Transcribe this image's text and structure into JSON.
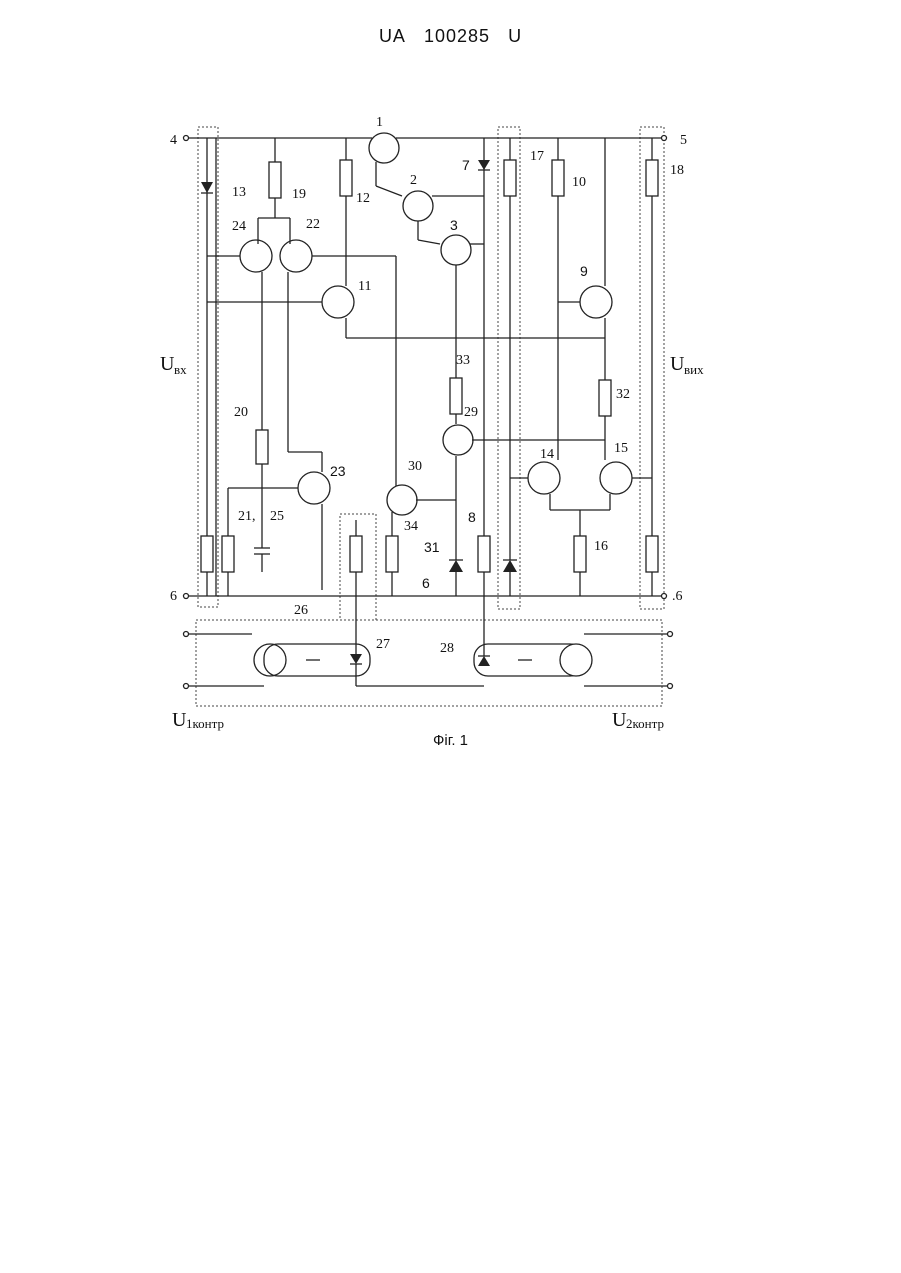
{
  "header": {
    "ua": "UA",
    "number": "100285",
    "kind": "U"
  },
  "caption": "Фіг. 1",
  "terminals": {
    "t4": "4",
    "t5": "5",
    "t6a": "6",
    "t6b": "6",
    "t6c": ".6"
  },
  "voltages": {
    "uin_main": "U",
    "uin_sub": "вх",
    "uout_main": "U",
    "uout_sub": "вих",
    "u1_main": "U",
    "u1_sub": "1контр",
    "u2_main": "U",
    "u2_sub": "2контр"
  },
  "components": {
    "c1": "1",
    "c2": "2",
    "c3": "3",
    "c7": "7",
    "c8": "8",
    "c9": "9",
    "c10": "10",
    "c11": "11",
    "c12": "12",
    "c13": "13",
    "c14": "14",
    "c15": "15",
    "c16": "16",
    "c17": "17",
    "c18": "18",
    "c19": "19",
    "c20": "20",
    "c21": "21,",
    "c22": "22",
    "c23": "23",
    "c24": "24",
    "c25": "25",
    "c26": "26",
    "c27": "27",
    "c28": "28",
    "c29": "29",
    "c30": "30",
    "c31": "31",
    "c32": "32",
    "c33": "33",
    "c34": "34"
  }
}
